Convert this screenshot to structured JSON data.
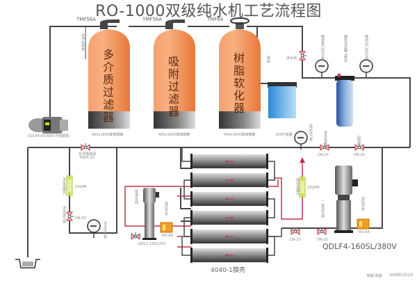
{
  "title": "RO-1000双级纯水机工艺流程图",
  "tanks": [
    {
      "valve_model": "TMF56A",
      "name": "多介质过滤器",
      "spec": "400x1650玻璃钢罐"
    },
    {
      "valve_model": "TMF56A",
      "name": "吸附过滤器",
      "spec": "400x1650玻璃钢罐"
    },
    {
      "valve_model": "TMF64",
      "name": "树脂软化器",
      "spec": "400x1650玻璃钢罐"
    }
  ],
  "brine_tank": {
    "spec": "100升盐桶"
  },
  "raw_pump": {
    "model": "QDLF4-40/380V不锈钢泵"
  },
  "backwash_label": "反冲水排放",
  "brine_line_label": "吸盐",
  "top_valve_label": "进水阀",
  "gauges": {
    "pre_filter_in": "精滤进口压力表",
    "pre_filter": "精密过滤器 5微米",
    "pre_filter_out": "精滤出口压力表",
    "low_pressure": "低压压力表",
    "concentrate": "浓水压力表"
  },
  "valves": {
    "inlet": {
      "label": "进水电磁阀",
      "size": "DN-20"
    },
    "return": {
      "label": "回流阀",
      "size": "DN-20"
    },
    "backflow": {
      "label": "反洗电磁阀",
      "model": "RSP5-20"
    },
    "concentrate": {
      "label": "浓水阀",
      "size": "DN-20"
    },
    "stage2_inlet": {
      "label": "二级进水阀",
      "size": "DN-20"
    },
    "pump2_inlet": {
      "label": "二级调节阀",
      "size": "DN-20"
    },
    "left_conc": {
      "label": "浓水调节阀",
      "size": "DN-20"
    }
  },
  "flowmeters": [
    {
      "label": "浓水流量计",
      "value": "15GPM"
    },
    {
      "label": "纯水流量计",
      "value": "10GPM"
    }
  ],
  "pumps": {
    "stage1": {
      "model": "QDL2-150/220V"
    },
    "stage2": {
      "model": "QDLF4-160SL/380V"
    }
  },
  "switches": [
    {
      "label": "低压开关",
      "model": "RO-AA"
    },
    {
      "label": "高压开关",
      "model": "RO-AA"
    }
  ],
  "membranes": {
    "label": "4040-1膜壳",
    "count": 6
  },
  "footer": {
    "drawn": "制图 陈鑫",
    "date": "2008年1月1日"
  },
  "colors": {
    "tank": "#f08a4b",
    "tank_base": "#555555",
    "pipe": "#444444",
    "pure_pipe": "#c0304a",
    "brine": "#3a9ae0",
    "filter": "#3060b0",
    "switch": "#f0a020"
  }
}
